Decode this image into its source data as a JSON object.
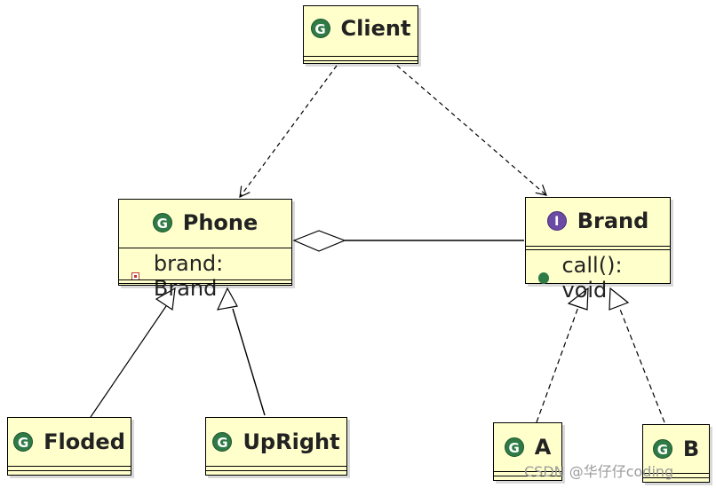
{
  "classes": {
    "client": {
      "name": "Client",
      "icon": "class-icon",
      "icon_glyph": "G"
    },
    "phone": {
      "name": "Phone",
      "icon": "class-icon",
      "icon_glyph": "G",
      "attributes": [
        {
          "text": "brand: Brand",
          "visibility": "private"
        }
      ]
    },
    "brand": {
      "name": "Brand",
      "icon": "interface-icon",
      "icon_glyph": "I",
      "operations": [
        {
          "text": "call(): void",
          "visibility": "public"
        }
      ]
    },
    "floded": {
      "name": "Floded",
      "icon": "class-icon",
      "icon_glyph": "G"
    },
    "upright": {
      "name": "UpRight",
      "icon": "class-icon",
      "icon_glyph": "G"
    },
    "a": {
      "name": "A",
      "icon": "class-icon",
      "icon_glyph": "G"
    },
    "b": {
      "name": "B",
      "icon": "class-icon",
      "icon_glyph": "G"
    }
  },
  "relationships": [
    {
      "from": "client",
      "to": "phone",
      "type": "dependency"
    },
    {
      "from": "client",
      "to": "brand",
      "type": "dependency"
    },
    {
      "from": "phone",
      "to": "brand",
      "type": "aggregation"
    },
    {
      "from": "floded",
      "to": "phone",
      "type": "generalization"
    },
    {
      "from": "upright",
      "to": "phone",
      "type": "generalization"
    },
    {
      "from": "a",
      "to": "brand",
      "type": "realization"
    },
    {
      "from": "b",
      "to": "brand",
      "type": "realization"
    }
  ],
  "colors": {
    "box_fill": "#ffffcc",
    "class_icon": "#2f7a45",
    "interface_icon": "#6a4aa3",
    "private_marker": "#c0392b"
  },
  "watermark": "CSDN @华仔仔coding"
}
